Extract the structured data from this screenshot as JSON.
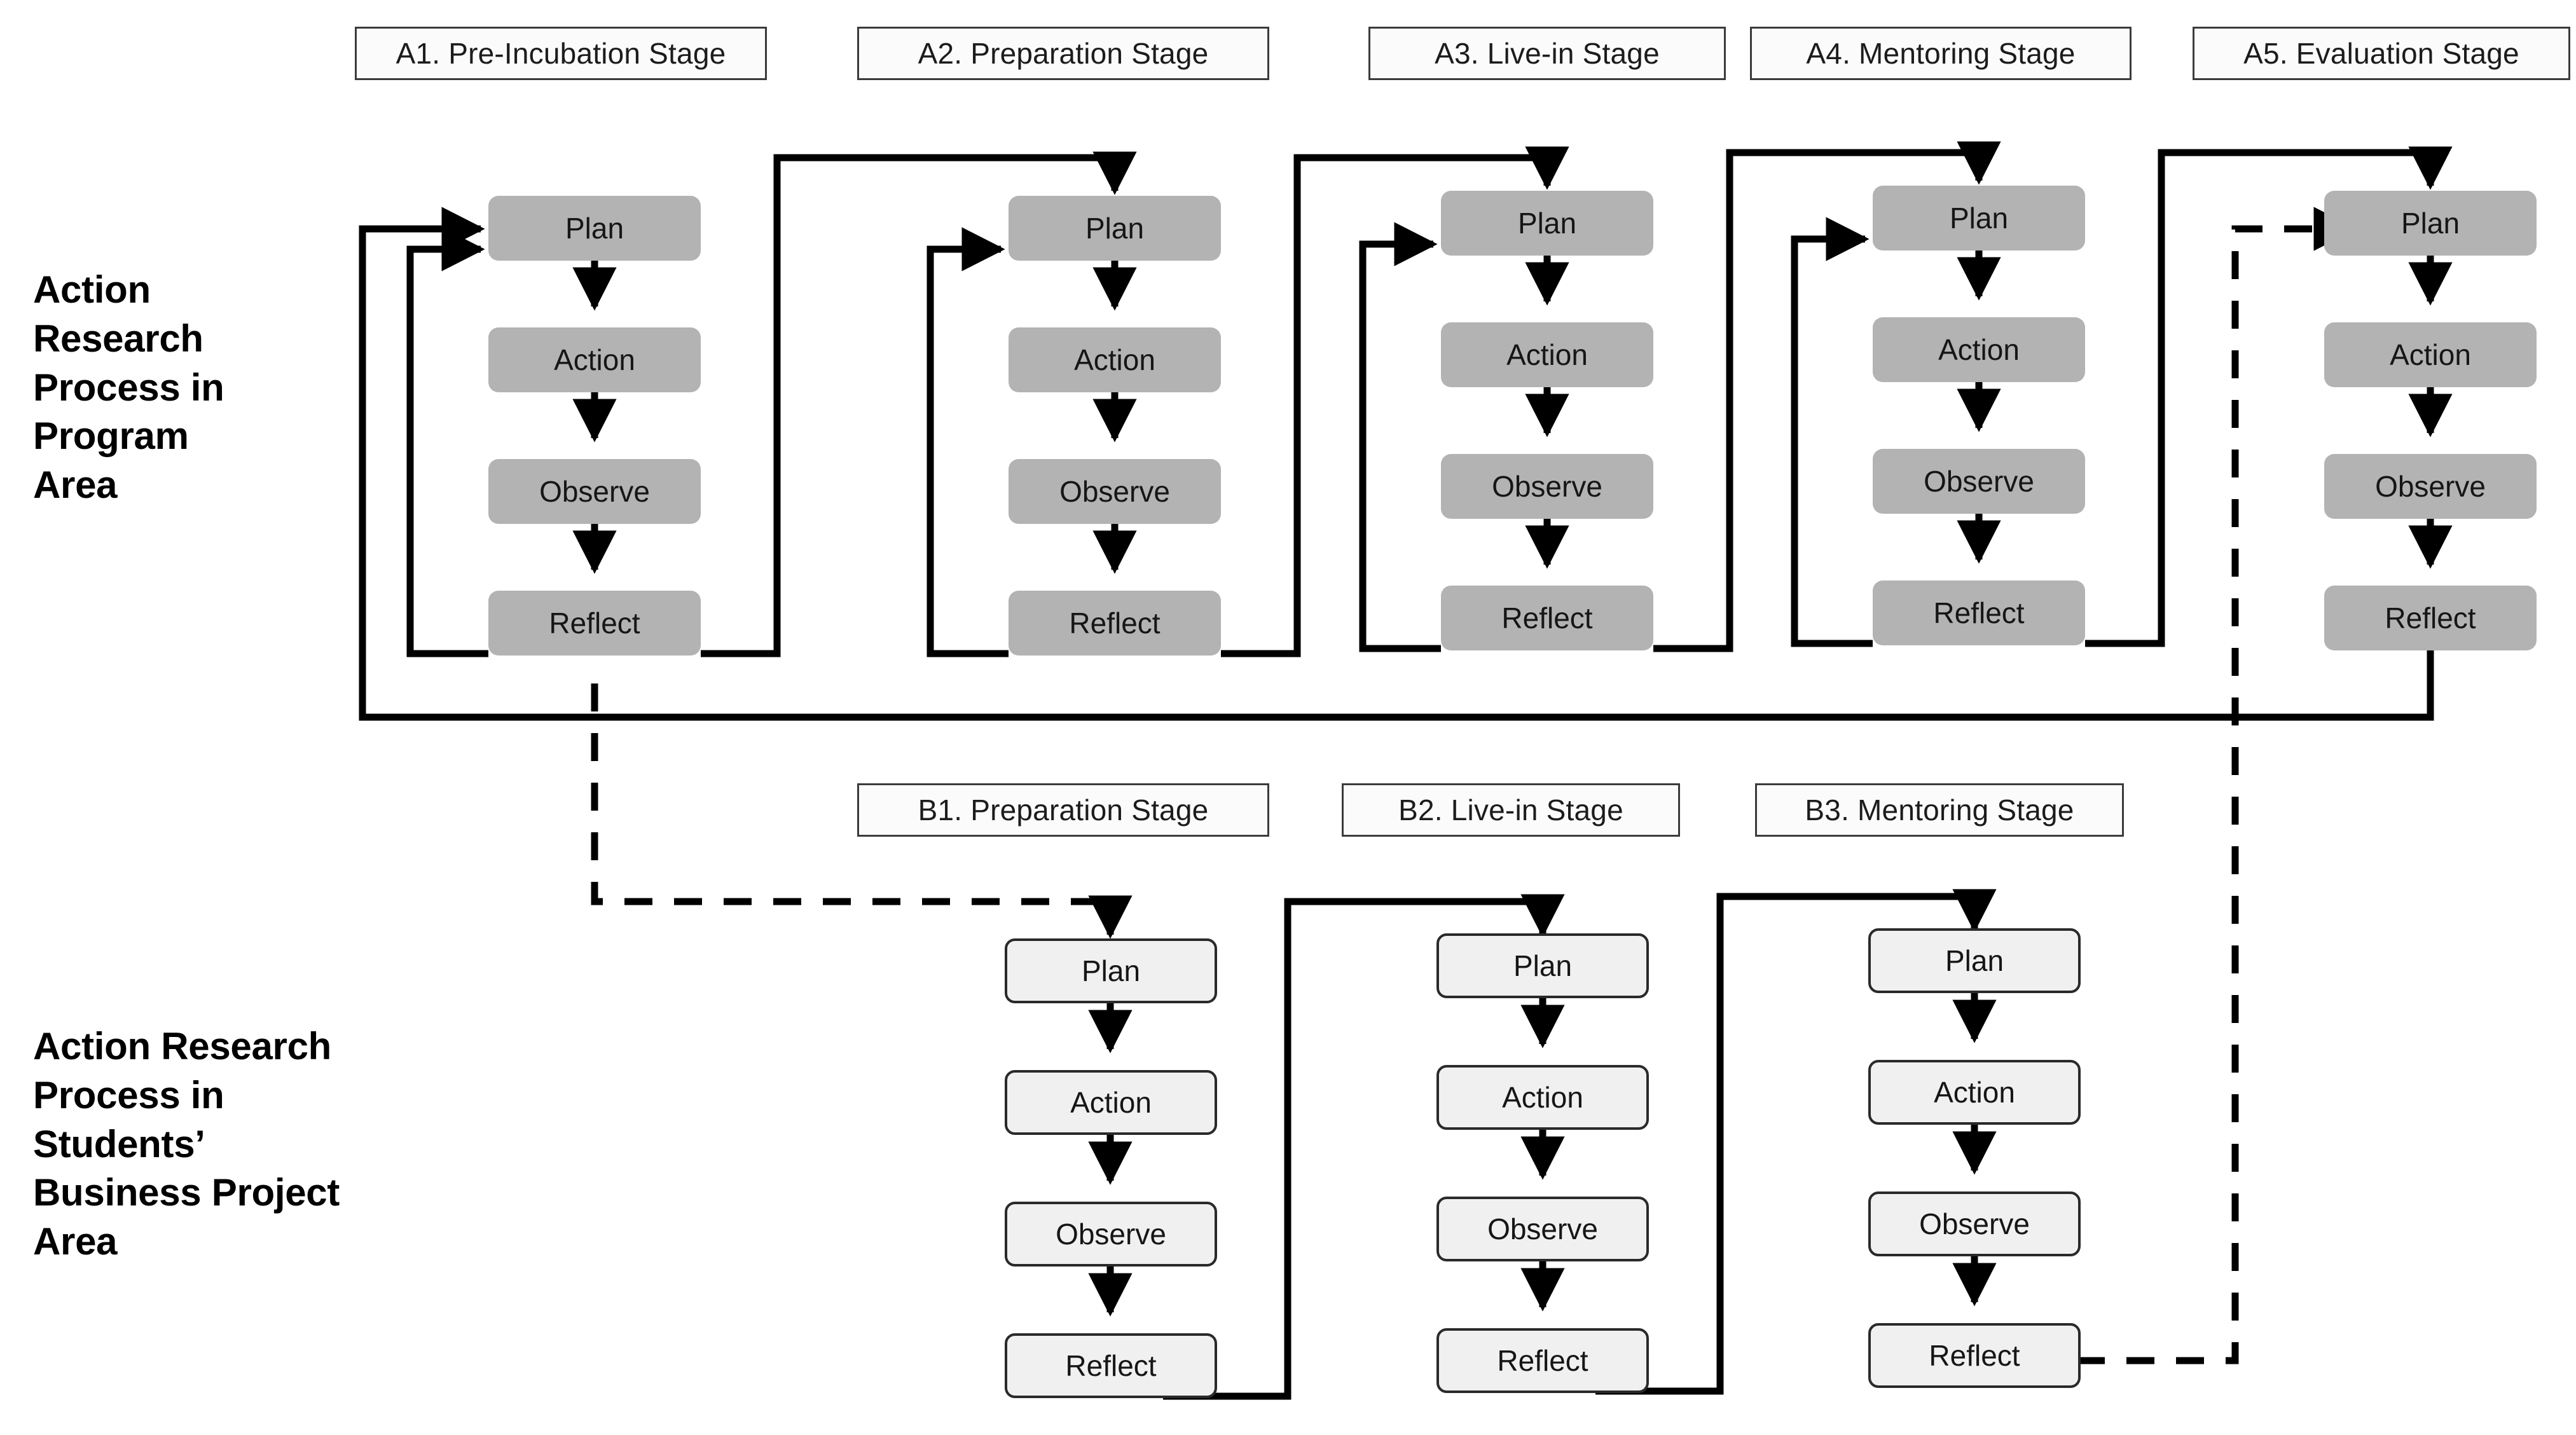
{
  "diagram": {
    "title_rows": [
      {
        "id": "row-a",
        "label": "Action Research Process in Program Area"
      },
      {
        "id": "row-b",
        "label": "Action Research Process in Students’ Business Project Area"
      }
    ],
    "cycle_steps": [
      "Plan",
      "Action",
      "Observe",
      "Reflect"
    ],
    "colors": {
      "program_node_fill": "#b3b3b3",
      "student_node_fill": "#f0f0f0",
      "node_border": "#2a2a2a",
      "connector": "#000000",
      "chip_border": "#3b3b3b",
      "chip_fill": "#fbfbfb",
      "background": "#ffffff"
    },
    "row_a": {
      "caption": "Action Research Process in Program Area",
      "caption_lines": [
        "Action",
        "Research",
        "Process in",
        "Program",
        "Area"
      ],
      "stages": [
        {
          "code": "A1",
          "label": "A1. Pre-Incubation Stage",
          "steps": [
            "Plan",
            "Action",
            "Observe",
            "Reflect"
          ]
        },
        {
          "code": "A2",
          "label": "A2. Preparation Stage",
          "steps": [
            "Plan",
            "Action",
            "Observe",
            "Reflect"
          ]
        },
        {
          "code": "A3",
          "label": "A3. Live-in Stage",
          "steps": [
            "Plan",
            "Action",
            "Observe",
            "Reflect"
          ]
        },
        {
          "code": "A4",
          "label": "A4. Mentoring Stage",
          "steps": [
            "Plan",
            "Action",
            "Observe",
            "Reflect"
          ]
        },
        {
          "code": "A5",
          "label": "A5. Evaluation Stage",
          "steps": [
            "Plan",
            "Action",
            "Observe",
            "Reflect"
          ]
        }
      ]
    },
    "row_b": {
      "caption": "Action Research Process in Students’ Business Project Area",
      "caption_lines": [
        "Action Research",
        "Process in",
        "Students’",
        "Business Project",
        "Area"
      ],
      "stages": [
        {
          "code": "B1",
          "label": "B1. Preparation Stage",
          "steps": [
            "Plan",
            "Action",
            "Observe",
            "Reflect"
          ]
        },
        {
          "code": "B2",
          "label": "B2. Live-in Stage",
          "steps": [
            "Plan",
            "Action",
            "Observe",
            "Reflect"
          ]
        },
        {
          "code": "B3",
          "label": "B3. Mentoring Stage",
          "steps": [
            "Plan",
            "Action",
            "Observe",
            "Reflect"
          ]
        }
      ]
    },
    "connections": [
      {
        "from": "A1.Reflect",
        "to": "A1.Plan",
        "style": "solid",
        "kind": "self-loop"
      },
      {
        "from": "A2.Reflect",
        "to": "A2.Plan",
        "style": "solid",
        "kind": "self-loop"
      },
      {
        "from": "A3.Reflect",
        "to": "A3.Plan",
        "style": "solid",
        "kind": "self-loop"
      },
      {
        "from": "A4.Reflect",
        "to": "A4.Plan",
        "style": "solid",
        "kind": "self-loop"
      },
      {
        "from": "A1.Reflect",
        "to": "A2.Plan",
        "style": "solid",
        "kind": "stage-advance"
      },
      {
        "from": "A2.Reflect",
        "to": "A3.Plan",
        "style": "solid",
        "kind": "stage-advance"
      },
      {
        "from": "A3.Reflect",
        "to": "A4.Plan",
        "style": "solid",
        "kind": "stage-advance"
      },
      {
        "from": "A4.Reflect",
        "to": "A5.Plan",
        "style": "solid",
        "kind": "stage-advance"
      },
      {
        "from": "A5.Reflect",
        "to": "A1.Plan",
        "style": "solid",
        "kind": "full-cycle-return"
      },
      {
        "from": "A1.Reflect",
        "to": "B1.Plan",
        "style": "dashed",
        "kind": "cross-row-handoff"
      },
      {
        "from": "B1.Reflect",
        "to": "B2.Plan",
        "style": "solid",
        "kind": "stage-advance"
      },
      {
        "from": "B2.Reflect",
        "to": "B3.Plan",
        "style": "solid",
        "kind": "stage-advance"
      },
      {
        "from": "B3.Reflect",
        "to": "A5.Plan",
        "style": "dashed",
        "kind": "cross-row-return"
      }
    ]
  }
}
